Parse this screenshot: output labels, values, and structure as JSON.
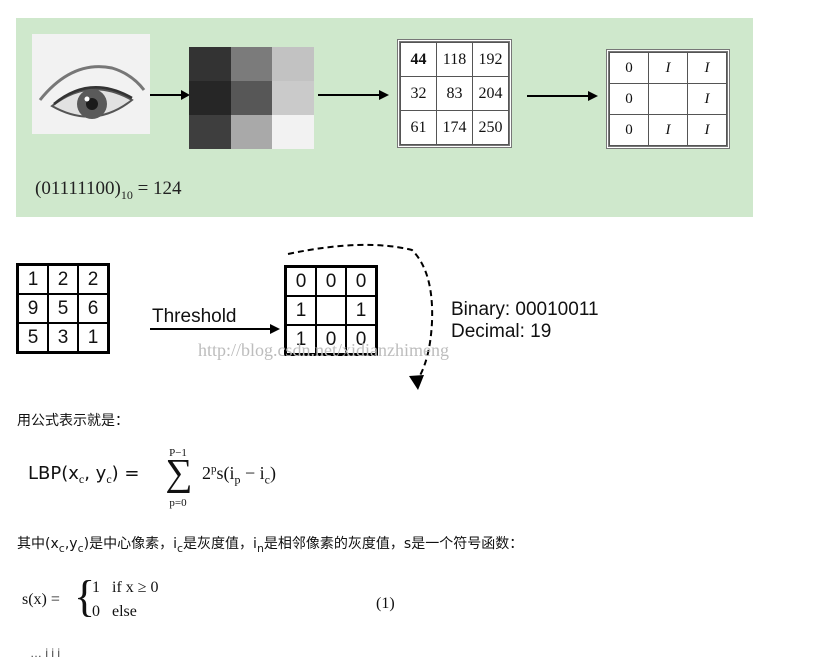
{
  "figure1": {
    "gray_grid": [
      [
        "44",
        "118",
        "192"
      ],
      [
        "32",
        "83",
        "204"
      ],
      [
        "61",
        "174",
        "250"
      ]
    ],
    "binary_grid": [
      [
        "0",
        "I",
        "I"
      ],
      [
        "0",
        "",
        "I"
      ],
      [
        "0",
        "I",
        "I"
      ]
    ],
    "pixel_colors": [
      "#333333",
      "#7b7b7b",
      "#c2c2c2",
      "#262626",
      "#575757",
      "#cacaca",
      "#3e3e3e",
      "#a9a9a9",
      "#f2f2f2"
    ],
    "equation": {
      "prefix": "(01111100)",
      "sub": "10",
      "suffix": " = 124"
    }
  },
  "figure2": {
    "input_grid": [
      [
        "1",
        "2",
        "2"
      ],
      [
        "9",
        "5",
        "6"
      ],
      [
        "5",
        "3",
        "1"
      ]
    ],
    "output_grid": [
      [
        "0",
        "0",
        "0"
      ],
      [
        "1",
        "",
        "1"
      ],
      [
        "1",
        "0",
        "0"
      ]
    ],
    "threshold_label": "Threshold",
    "binary_line": "Binary: 00010011",
    "decimal_line": "Decimal: 19",
    "watermark": "http://blog.csdn.net/xidianzhimeng"
  },
  "text": {
    "intro": "用公式表示就是：",
    "desc": {
      "p1": "其中(x",
      "s1": "c",
      "p2": ",y",
      "s2": "c",
      "p3": ")是中心像素，i",
      "s3": "c",
      "p4": "是灰度值，i",
      "s4": "n",
      "p5": "是相邻像素的灰度值，s是一个符号函数："
    }
  },
  "formula_lbp": {
    "lhs": "LBP(x",
    "lhs_sub1": "c",
    "lhs_mid": ", y",
    "lhs_sub2": "c",
    "lhs_end": ") =",
    "upper": "P−1",
    "lower": "p=0",
    "sigma": "∑",
    "term": "2",
    "term_sup": "p",
    "term_rest": "s(i",
    "term_sub1": "p",
    "term_mid": " − i",
    "term_sub2": "c",
    "term_end": ")"
  },
  "formula_s": {
    "lhs": "s(x) =",
    "case1": "1   if x ≥ 0",
    "case2": "0   else",
    "number": "(1)"
  },
  "fragment": "…  i    i    i"
}
